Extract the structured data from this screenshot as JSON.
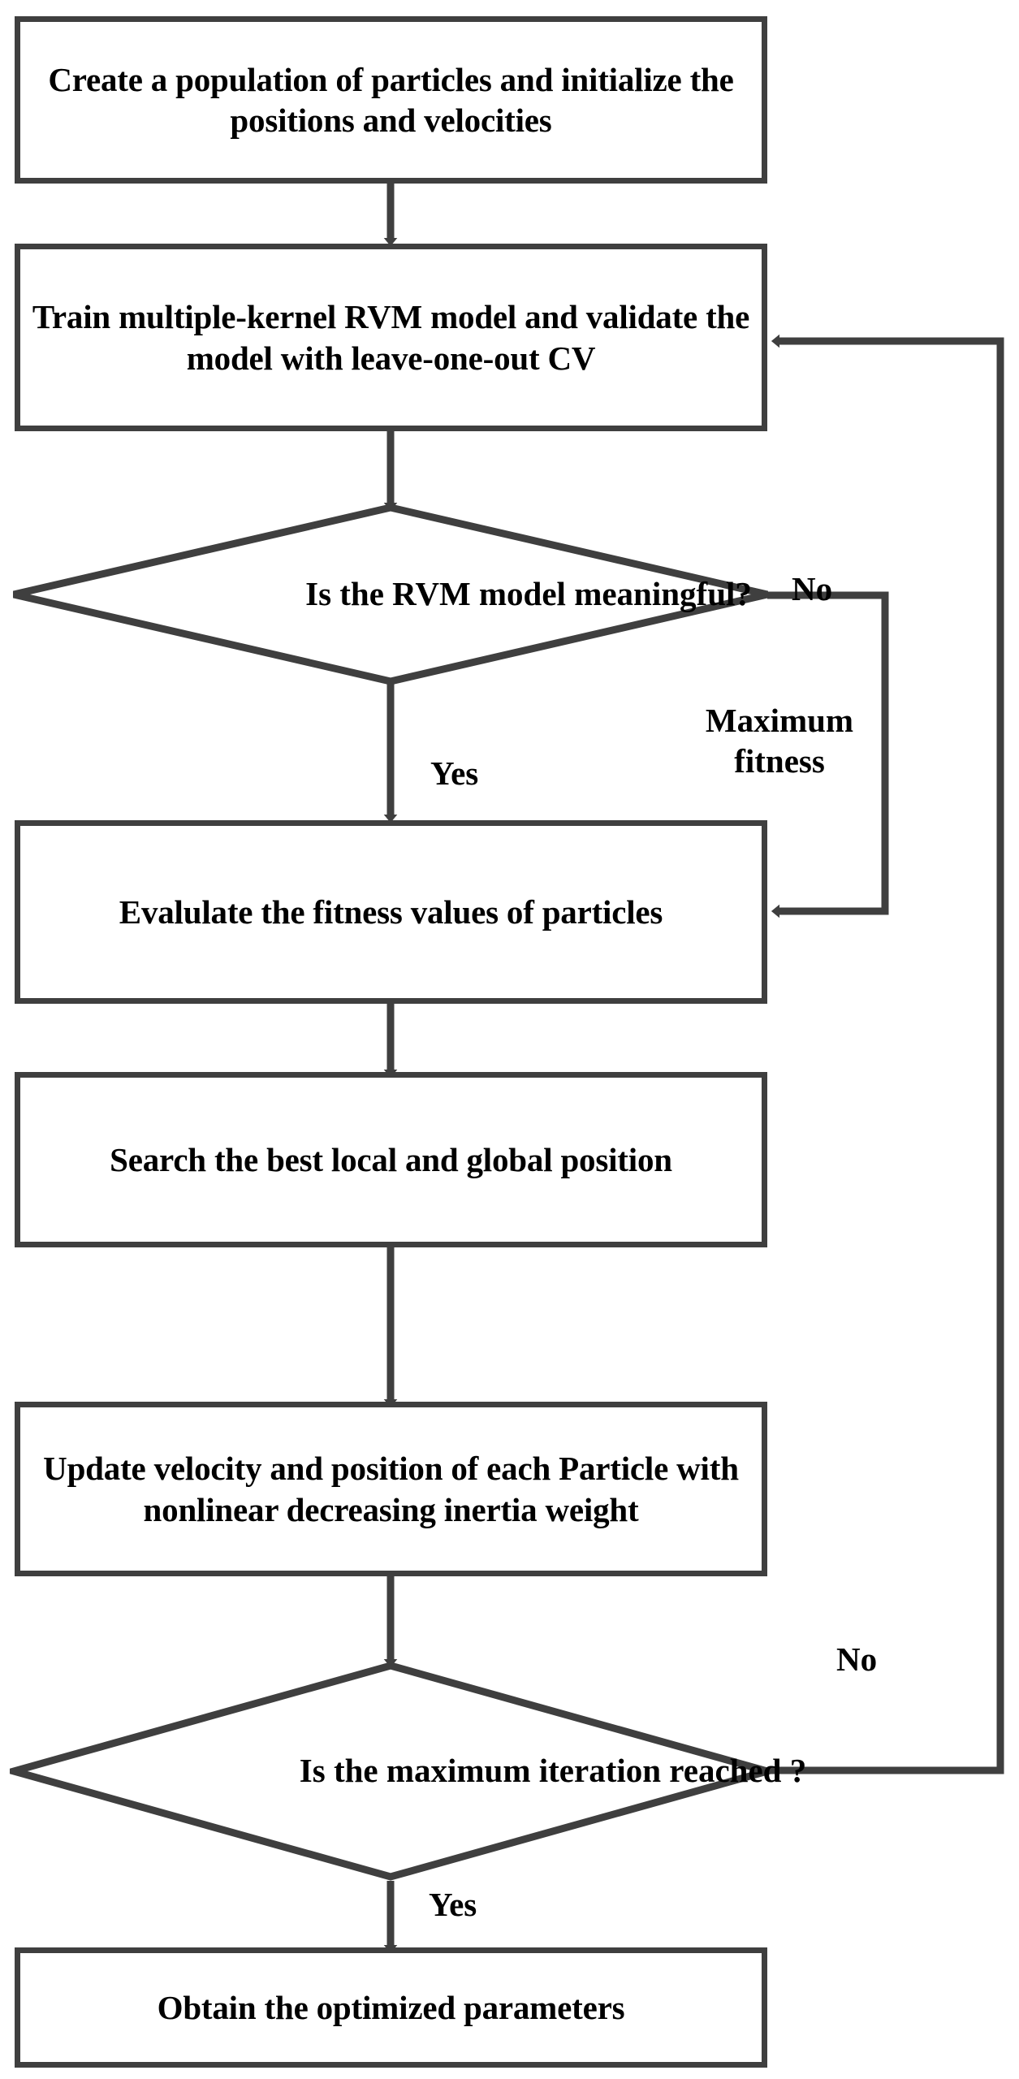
{
  "diagram": {
    "type": "flowchart",
    "title": "",
    "colors": {
      "stroke": "#3f3f3f",
      "text": "#000000",
      "background": "#ffffff"
    },
    "nodes": [
      {
        "id": "create-population",
        "shape": "process",
        "label": "Create a population of particles and initialize the positions and velocities"
      },
      {
        "id": "train-rvm",
        "shape": "process",
        "label": "Train multiple-kernel RVM model and validate the model with leave-one-out CV"
      },
      {
        "id": "rvm-meaningful",
        "shape": "decision",
        "label": "Is the RVM model meaningful?"
      },
      {
        "id": "evaluate-fitness",
        "shape": "process",
        "label": "Evalulate the fitness values of particles"
      },
      {
        "id": "search-best-position",
        "shape": "process",
        "label": "Search the best local and  global position"
      },
      {
        "id": "update-velocity",
        "shape": "process",
        "label": "Update velocity and position of each Particle with nonlinear decreasing inertia weight"
      },
      {
        "id": "max-iteration",
        "shape": "decision",
        "label": "Is the maximum iteration reached ?"
      },
      {
        "id": "obtain-parameters",
        "shape": "process",
        "label": "Obtain the optimized parameters"
      }
    ],
    "edge_labels": {
      "rvm_no": "No",
      "rvm_maximum_fitness": "Maximum\nfitness",
      "rvm_yes": "Yes",
      "iteration_no": "No",
      "iteration_yes": "Yes"
    }
  }
}
